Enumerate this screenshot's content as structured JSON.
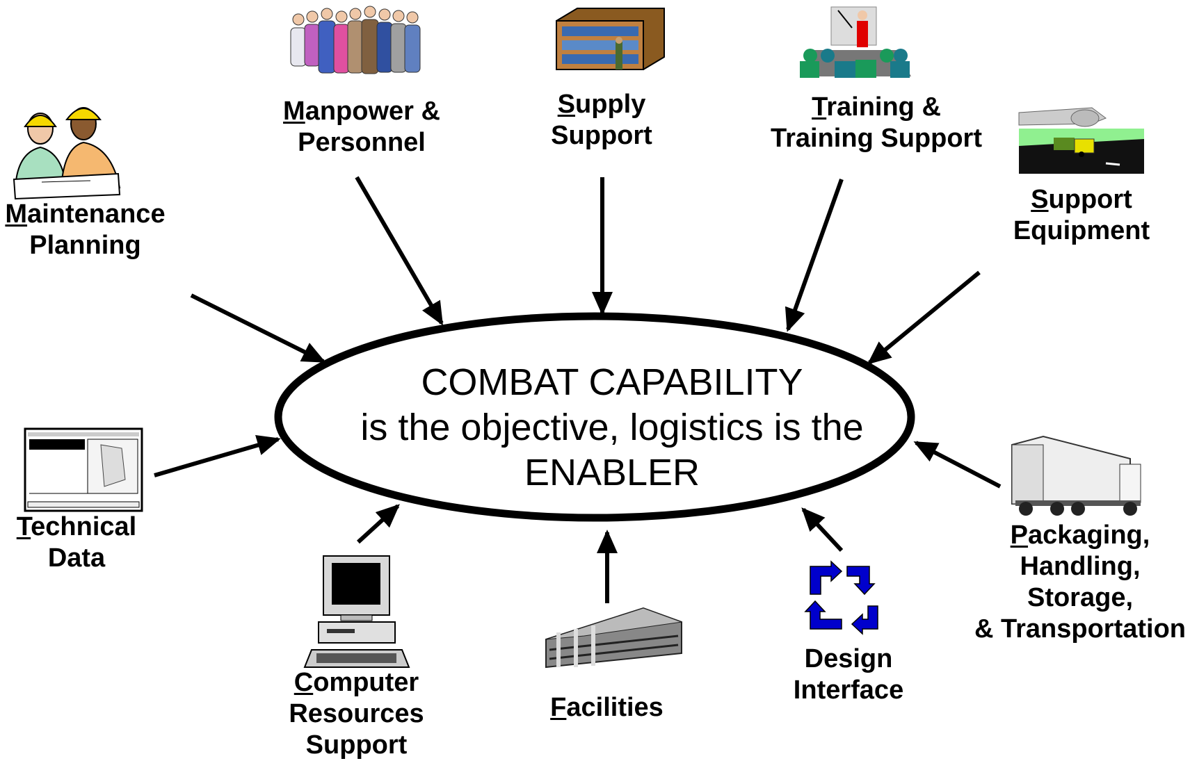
{
  "center": {
    "line1": "COMBAT CAPABILITY",
    "line2": "is the objective, logistics is the",
    "line3": "ENABLER"
  },
  "elements": {
    "maintenance": {
      "initial": "M",
      "line1_rest": "aintenance",
      "line2": "Planning",
      "icon": "maintenance-workers-icon"
    },
    "manpower": {
      "initial": "M",
      "line1_rest": "anpower &",
      "line2": "Personnel",
      "icon": "people-group-icon"
    },
    "supply": {
      "initial": "S",
      "line1_rest": "upply",
      "line2": "Support",
      "icon": "supply-shelves-icon"
    },
    "training": {
      "initial": "T",
      "line1_rest": "raining &",
      "line2": "Training Support",
      "icon": "classroom-instructor-icon"
    },
    "support_equipment": {
      "initial": "S",
      "line1_rest": "upport",
      "line2": "Equipment",
      "icon": "aircraft-tug-icon"
    },
    "technical_data": {
      "initial": "T",
      "line1_rest": "echnical",
      "line2": "Data",
      "icon": "technical-manual-screen-icon"
    },
    "packaging": {
      "initial": "P",
      "line1_rest": "ackaging,",
      "line2": "Handling,",
      "line3": "Storage,",
      "line4": "& Transportation",
      "icon": "truck-icon"
    },
    "computer": {
      "initial": "C",
      "line1_rest": "omputer",
      "line2": "Resources",
      "line3": "Support",
      "icon": "computer-icon"
    },
    "facilities": {
      "initial": "F",
      "line1_rest": "acilities",
      "icon": "building-icon"
    },
    "design": {
      "line1": "Design",
      "line2": "Interface",
      "icon": "cycle-arrows-icon"
    }
  },
  "colors": {
    "cycle_arrows": "#0000cc",
    "instructor": "#e00000",
    "audience": "#1a9a5a"
  }
}
